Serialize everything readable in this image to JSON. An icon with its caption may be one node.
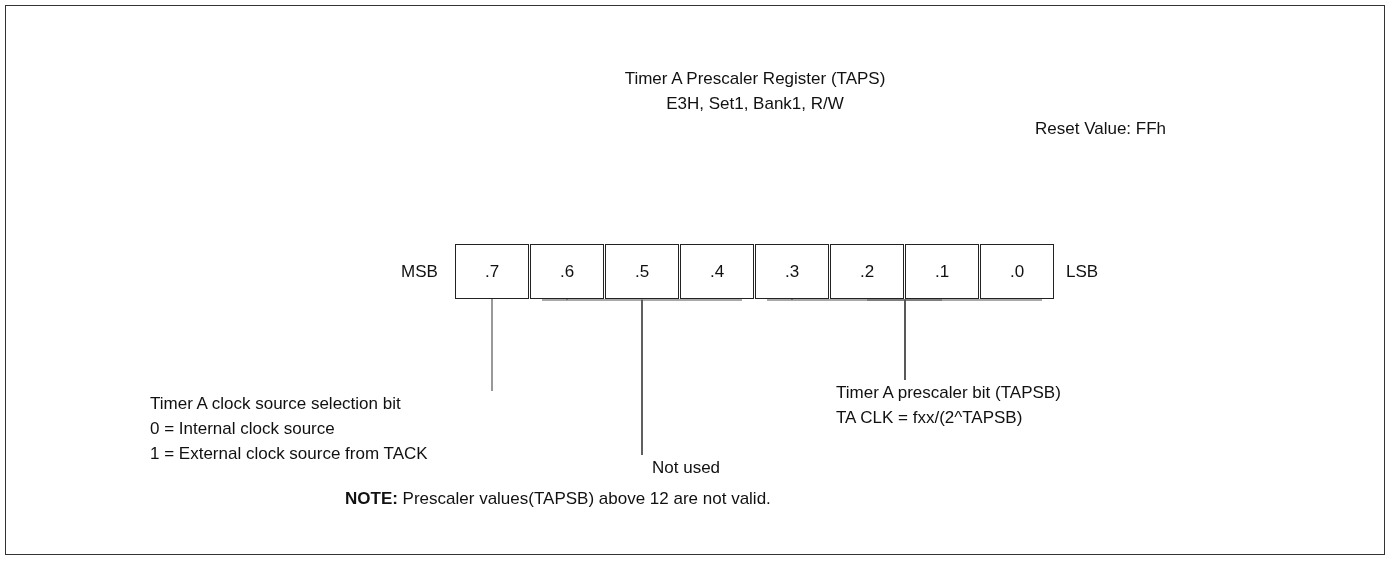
{
  "diagram": {
    "title": "Timer A Prescaler Register (TAPS)",
    "nodes": [
      {
        "text": [
          ".7"
        ]
      },
      {
        "text": [
          ".6"
        ]
      },
      {
        "text": [
          ".5"
        ]
      },
      {
        "text": [
          ".4"
        ]
      },
      {
        "text": [
          ".3"
        ]
      },
      {
        "text": [
          ".2"
        ]
      },
      {
        "text": [
          ".1"
        ]
      },
      {
        "text": [
          ".0"
        ]
      },
      {
        "text": [
          "Timer A prescaler bit (TAPSB)",
          "TA CLK = fxx/(2^TAPSB)"
        ]
      },
      {
        "text": [
          "Timer A clock source selection bit",
          "0 = Internal clock source",
          "1 = External clock source from TACK"
        ]
      },
      {
        "text": [
          "Not used"
        ]
      }
    ],
    "edges": [
      {
        "from": 9,
        "to": 0,
        "arrow": "none"
      },
      {
        "from": 10,
        "to": 1,
        "arrow": "none"
      },
      {
        "from": 10,
        "to": 2,
        "arrow": "none"
      },
      {
        "from": 10,
        "to": 3,
        "arrow": "none"
      },
      {
        "from": 8,
        "to": 4,
        "arrow": "none"
      },
      {
        "from": 8,
        "to": 5,
        "arrow": "none"
      },
      {
        "from": 8,
        "to": 6,
        "arrow": "none"
      },
      {
        "from": 8,
        "to": 7,
        "arrow": "none"
      }
    ],
    "labels": [
      "E3H, Set1, Bank1, R/W",
      "Reset Value: FFh",
      "MSB",
      "LSB",
      "**NOTE:**   Prescaler values(TAPSB) above 12 are not valid."
    ]
  }
}
